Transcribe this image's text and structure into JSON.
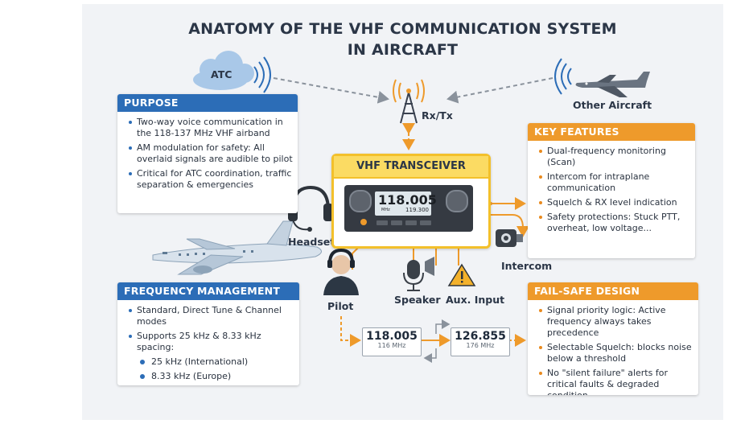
{
  "title": {
    "line1": "ANATOMY OF THE VHF COMMUNICATION SYSTEM",
    "line2": "IN AIRCRAFT"
  },
  "nodes": {
    "atc": "ATC",
    "rxtx": "Rx/Tx",
    "other_aircraft": "Other Aircraft",
    "headset": "Headset",
    "pilot": "Pilot",
    "speaker": "Speaker",
    "aux_input": "Aux. Input",
    "intercom": "Intercom"
  },
  "transceiver": {
    "title": "VHF TRANSCEIVER",
    "active_freq": "118.005",
    "standby_freq": "119.300",
    "unit": "MHz"
  },
  "purpose": {
    "header": "PURPOSE",
    "items": [
      "Two-way voice communication in the 118-137 MHz VHF airband",
      "AM modulation for safety: All overlaid signals are audible to pilot",
      "Critical for ATC coordination, traffic separation & emergencies"
    ]
  },
  "key_features": {
    "header": "KEY FEATURES",
    "items": [
      "Dual-frequency monitoring (Scan)",
      "Intercom for intraplane communication",
      "Squelch & RX level indication",
      "Safety protections: Stuck PTT, overheat, low voltage..."
    ]
  },
  "frequency_management": {
    "header": "FREQUENCY MANAGEMENT",
    "items": [
      "Standard, Direct Tune & Channel modes",
      "Supports 25 kHz & 8.33 kHz spacing:"
    ],
    "subitems": [
      "25 kHz (International)",
      "8.33 kHz (Europe)"
    ]
  },
  "fail_safe": {
    "header": "FAIL-SAFE DESIGN",
    "items": [
      "Signal priority logic: Active frequency always takes precedence",
      "Selectable Squelch: blocks noise below a threshold",
      "No \"silent failure\" alerts for critical faults & degraded condition"
    ]
  },
  "swap": {
    "active_value": "118.005",
    "active_sub": "116 MHz",
    "standby_value": "126.855",
    "standby_sub": "176 MHz"
  },
  "colors": {
    "blue": "#2c6db7",
    "orange": "#ee9a2b",
    "yellow": "#f3c02b"
  }
}
